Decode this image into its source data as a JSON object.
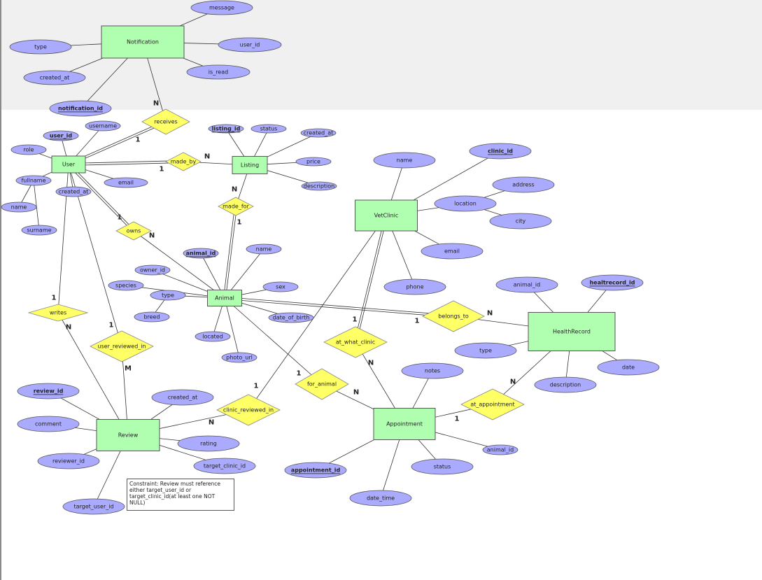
{
  "entities": [
    {
      "name": "Notification",
      "attributes": [
        {
          "name": "message"
        },
        {
          "name": "type"
        },
        {
          "name": "user_id"
        },
        {
          "name": "created_at"
        },
        {
          "name": "is_read"
        },
        {
          "name": "notification_id",
          "key": true
        }
      ]
    },
    {
      "name": "User",
      "attributes": [
        {
          "name": "user_id",
          "key": true
        },
        {
          "name": "username"
        },
        {
          "name": "role"
        },
        {
          "name": "email"
        },
        {
          "name": "fullname"
        },
        {
          "name": "created_at"
        }
      ]
    },
    {
      "name": "Listing",
      "attributes": [
        {
          "name": "listing_id",
          "key": true
        },
        {
          "name": "status"
        },
        {
          "name": "created_at"
        },
        {
          "name": "price"
        },
        {
          "name": "description"
        }
      ]
    },
    {
      "name": "VetClinic",
      "attributes": [
        {
          "name": "name"
        },
        {
          "name": "clinic_id",
          "key": true
        },
        {
          "name": "location"
        },
        {
          "name": "email"
        },
        {
          "name": "phone"
        }
      ]
    },
    {
      "name": "Animal",
      "attributes": [
        {
          "name": "animal_id",
          "key": true
        },
        {
          "name": "name"
        },
        {
          "name": "owner_id"
        },
        {
          "name": "species"
        },
        {
          "name": "type"
        },
        {
          "name": "sex"
        },
        {
          "name": "date_of_birth"
        },
        {
          "name": "located"
        },
        {
          "name": "photo_url"
        }
      ]
    },
    {
      "name": "HealthRecord",
      "attributes": [
        {
          "name": "animal_id"
        },
        {
          "name": "healtrecord_id",
          "key": true
        },
        {
          "name": "type"
        },
        {
          "name": "description"
        },
        {
          "name": "date"
        }
      ]
    },
    {
      "name": "Review",
      "attributes": [
        {
          "name": "review_id",
          "key": true
        },
        {
          "name": "created_at"
        },
        {
          "name": "comment"
        },
        {
          "name": "rating"
        },
        {
          "name": "reviewer_id"
        },
        {
          "name": "target_clinic_id"
        },
        {
          "name": "target_user_id"
        }
      ]
    },
    {
      "name": "Appointment",
      "attributes": [
        {
          "name": "notes"
        },
        {
          "name": "appointment_id",
          "key": true
        },
        {
          "name": "status"
        },
        {
          "name": "animal_id"
        },
        {
          "name": "date_time"
        }
      ]
    }
  ],
  "sub_attributes": [
    {
      "parent": "fullname",
      "name": "name"
    },
    {
      "parent": "fullname",
      "name": "surname"
    },
    {
      "parent": "location",
      "name": "address"
    },
    {
      "parent": "location",
      "name": "city"
    },
    {
      "parent": "type",
      "name": "breed"
    }
  ],
  "relationships": [
    {
      "name": "receives",
      "from": "Notification",
      "from_card": "N",
      "to": "User",
      "to_card": "1"
    },
    {
      "name": "made_by",
      "from": "User",
      "from_card": "1",
      "to": "Listing",
      "to_card": "N"
    },
    {
      "name": "made_for",
      "from": "Listing",
      "from_card": "N",
      "to": "Animal",
      "to_card": "1"
    },
    {
      "name": "owns",
      "from": "User",
      "from_card": "1",
      "to": "Animal",
      "to_card": "N"
    },
    {
      "name": "writes",
      "from": "User",
      "from_card": "1",
      "to": "Review",
      "to_card": "N"
    },
    {
      "name": "user_reviewed_in",
      "from": "User",
      "from_card": "1",
      "to": "Review",
      "to_card": "M"
    },
    {
      "name": "clinic_reviewed_in",
      "from": "VetClinic",
      "from_card": "1",
      "to": "Review",
      "to_card": "N"
    },
    {
      "name": "for_animal",
      "from": "Animal",
      "from_card": "1",
      "to": "Appointment",
      "to_card": "N"
    },
    {
      "name": "at_what_clinic",
      "from": "VetClinic",
      "from_card": "1",
      "to": "Appointment",
      "to_card": "N"
    },
    {
      "name": "belongs_to",
      "from": "Animal",
      "from_card": "1",
      "to": "HealthRecord",
      "to_card": "N"
    },
    {
      "name": "at_appointment",
      "from": "HealthRecord",
      "from_card": "N",
      "to": "Appointment",
      "to_card": "1"
    }
  ],
  "constraint_note": "Constraint: Review must reference either target_user_id or target_clinic_id(at least one NOT NULL)"
}
